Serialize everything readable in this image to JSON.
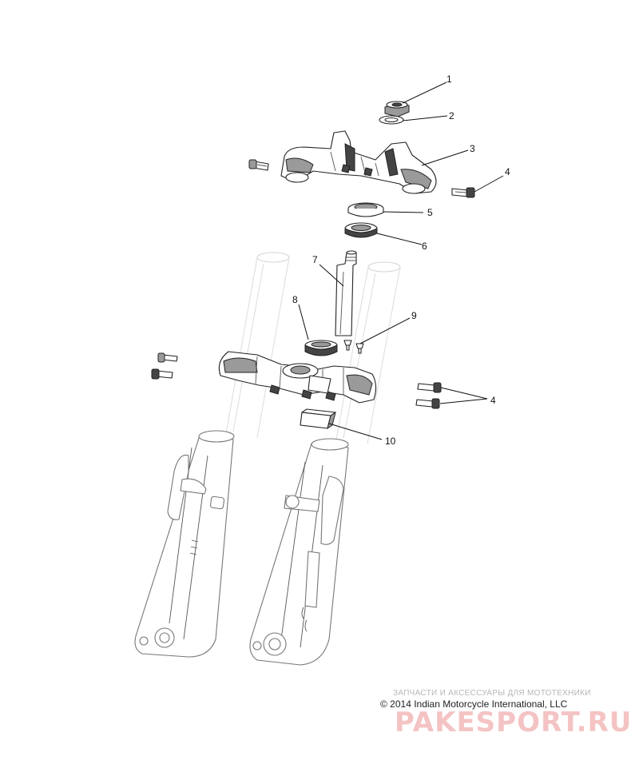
{
  "diagram": {
    "callouts": [
      {
        "id": "1",
        "label": "1"
      },
      {
        "id": "2",
        "label": "2"
      },
      {
        "id": "3",
        "label": "3"
      },
      {
        "id": "4a",
        "label": "4"
      },
      {
        "id": "5",
        "label": "5"
      },
      {
        "id": "6",
        "label": "6"
      },
      {
        "id": "7",
        "label": "7"
      },
      {
        "id": "8",
        "label": "8"
      },
      {
        "id": "9",
        "label": "9"
      },
      {
        "id": "4b",
        "label": "4"
      },
      {
        "id": "10",
        "label": "10"
      }
    ],
    "copyright": "© 2014 Indian Motorcycle International, LLC",
    "watermark": "ЗАПЧАСТИ И АКСЕССУАРЫ ДЛЯ МОТОТЕХНИКИ",
    "brand": "PAKESPORT.RU",
    "colors": {
      "line": "#222222",
      "ghost": "#d4d4d4",
      "brand": "#f3b9b9"
    }
  }
}
